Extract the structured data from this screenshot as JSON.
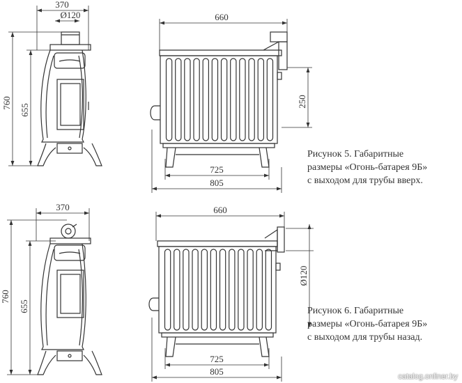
{
  "figure5": {
    "side_view": {
      "width_label": "370",
      "pipe_label": "Ø120",
      "height_label": "760",
      "door_height_label": "655"
    },
    "front_view": {
      "top_label": "660",
      "inner_label": "725",
      "outer_label": "805",
      "outlet_label": "250"
    },
    "caption": [
      "Рисунок 5. Габаритные",
      "размеры «Огонь-батарея 9Б»",
      "с выходом для трубы вверх."
    ]
  },
  "figure6": {
    "side_view": {
      "width_label": "370",
      "height_label": "760",
      "door_height_label": "655"
    },
    "front_view": {
      "top_label": "660",
      "inner_label": "725",
      "outer_label": "805",
      "pipe_label": "Ø120"
    },
    "caption": [
      "Рисунок 6. Габаритные",
      "размеры «Огонь-батарея 9Б»",
      "с выходом для трубы назад."
    ]
  },
  "watermark": "catalog.onliner.by",
  "colors": {
    "line": "#333333",
    "background": "#ffffff"
  }
}
